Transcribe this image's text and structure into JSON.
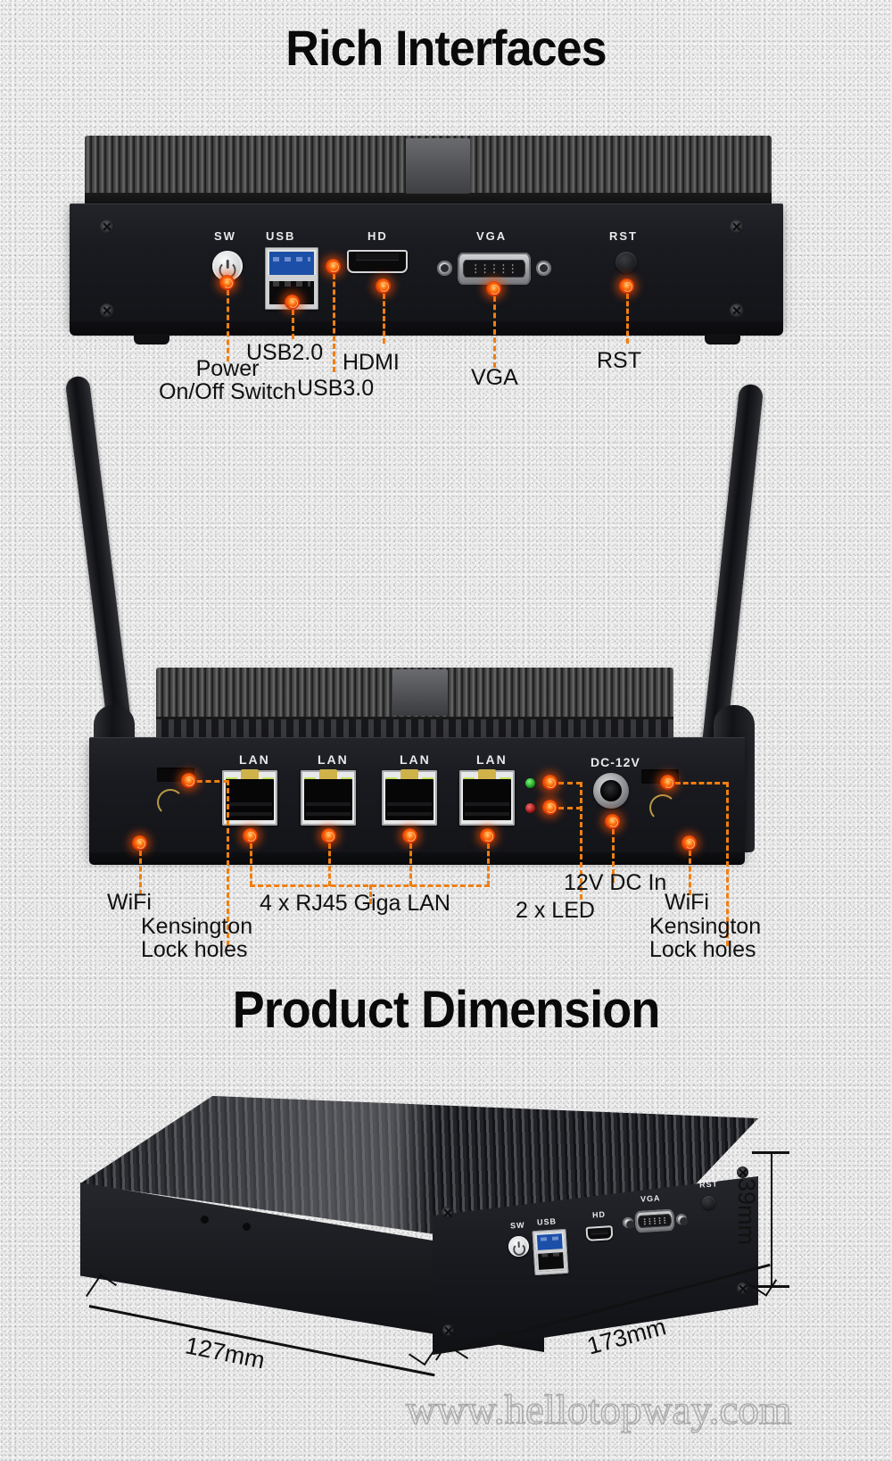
{
  "headings": {
    "interfaces": "Rich Interfaces",
    "dimension": "Product Dimension"
  },
  "front_panel": {
    "port_captions": [
      "SW",
      "USB",
      "HD",
      "VGA",
      "RST"
    ],
    "callouts": [
      {
        "id": "power",
        "line1": "Power",
        "line2": "On/Off Switch"
      },
      {
        "id": "usb20",
        "line1": "USB2.0",
        "line2": ""
      },
      {
        "id": "usb30",
        "line1": "USB3.0",
        "line2": ""
      },
      {
        "id": "hdmi",
        "line1": "HDMI",
        "line2": ""
      },
      {
        "id": "vga",
        "line1": "VGA",
        "line2": ""
      },
      {
        "id": "rst",
        "line1": "RST",
        "line2": ""
      }
    ]
  },
  "rear_panel": {
    "lan_captions": [
      "LAN",
      "LAN",
      "LAN",
      "LAN"
    ],
    "dc_caption": "DC-12V",
    "callouts": [
      {
        "id": "wifi-left",
        "line1": "WiFi",
        "line2": ""
      },
      {
        "id": "kensington-left",
        "line1": "Kensington",
        "line2": "Lock holes"
      },
      {
        "id": "lan",
        "line1": "4 x RJ45 Giga LAN",
        "line2": ""
      },
      {
        "id": "led",
        "line1": "2 x LED",
        "line2": ""
      },
      {
        "id": "dcin",
        "line1": "12V DC In",
        "line2": ""
      },
      {
        "id": "wifi-right",
        "line1": "WiFi",
        "line2": ""
      },
      {
        "id": "kensington-right",
        "line1": "Kensington",
        "line2": "Lock holes"
      }
    ]
  },
  "dimensions": {
    "height": "39mm",
    "depth": "127mm",
    "width": "173mm",
    "port_captions": [
      "SW",
      "USB",
      "HD",
      "VGA",
      "RST"
    ]
  },
  "watermark": "www.hellotopway.com",
  "colors": {
    "accent": "#f07f12",
    "dot_core": "#ff7a10",
    "text": "#111111",
    "background": "#ececec",
    "chassis": "#191a1f"
  }
}
